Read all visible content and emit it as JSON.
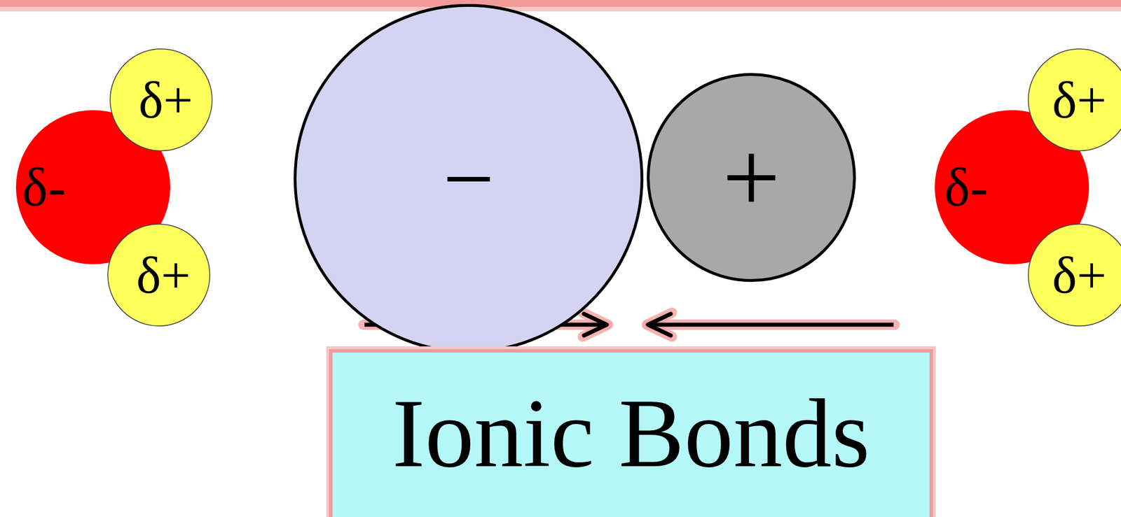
{
  "diagram": {
    "nodes": [
      {
        "text": [
          "δ-"
        ]
      },
      {
        "text": [
          "δ+"
        ]
      },
      {
        "text": [
          "δ+"
        ]
      },
      {
        "text": [
          "−"
        ]
      },
      {
        "text": [
          "+"
        ]
      },
      {
        "text": [
          "δ-"
        ]
      },
      {
        "text": [
          "δ+"
        ]
      },
      {
        "text": [
          "δ+"
        ]
      },
      {
        "text": [
          "Ionic Bonds"
        ]
      }
    ]
  }
}
